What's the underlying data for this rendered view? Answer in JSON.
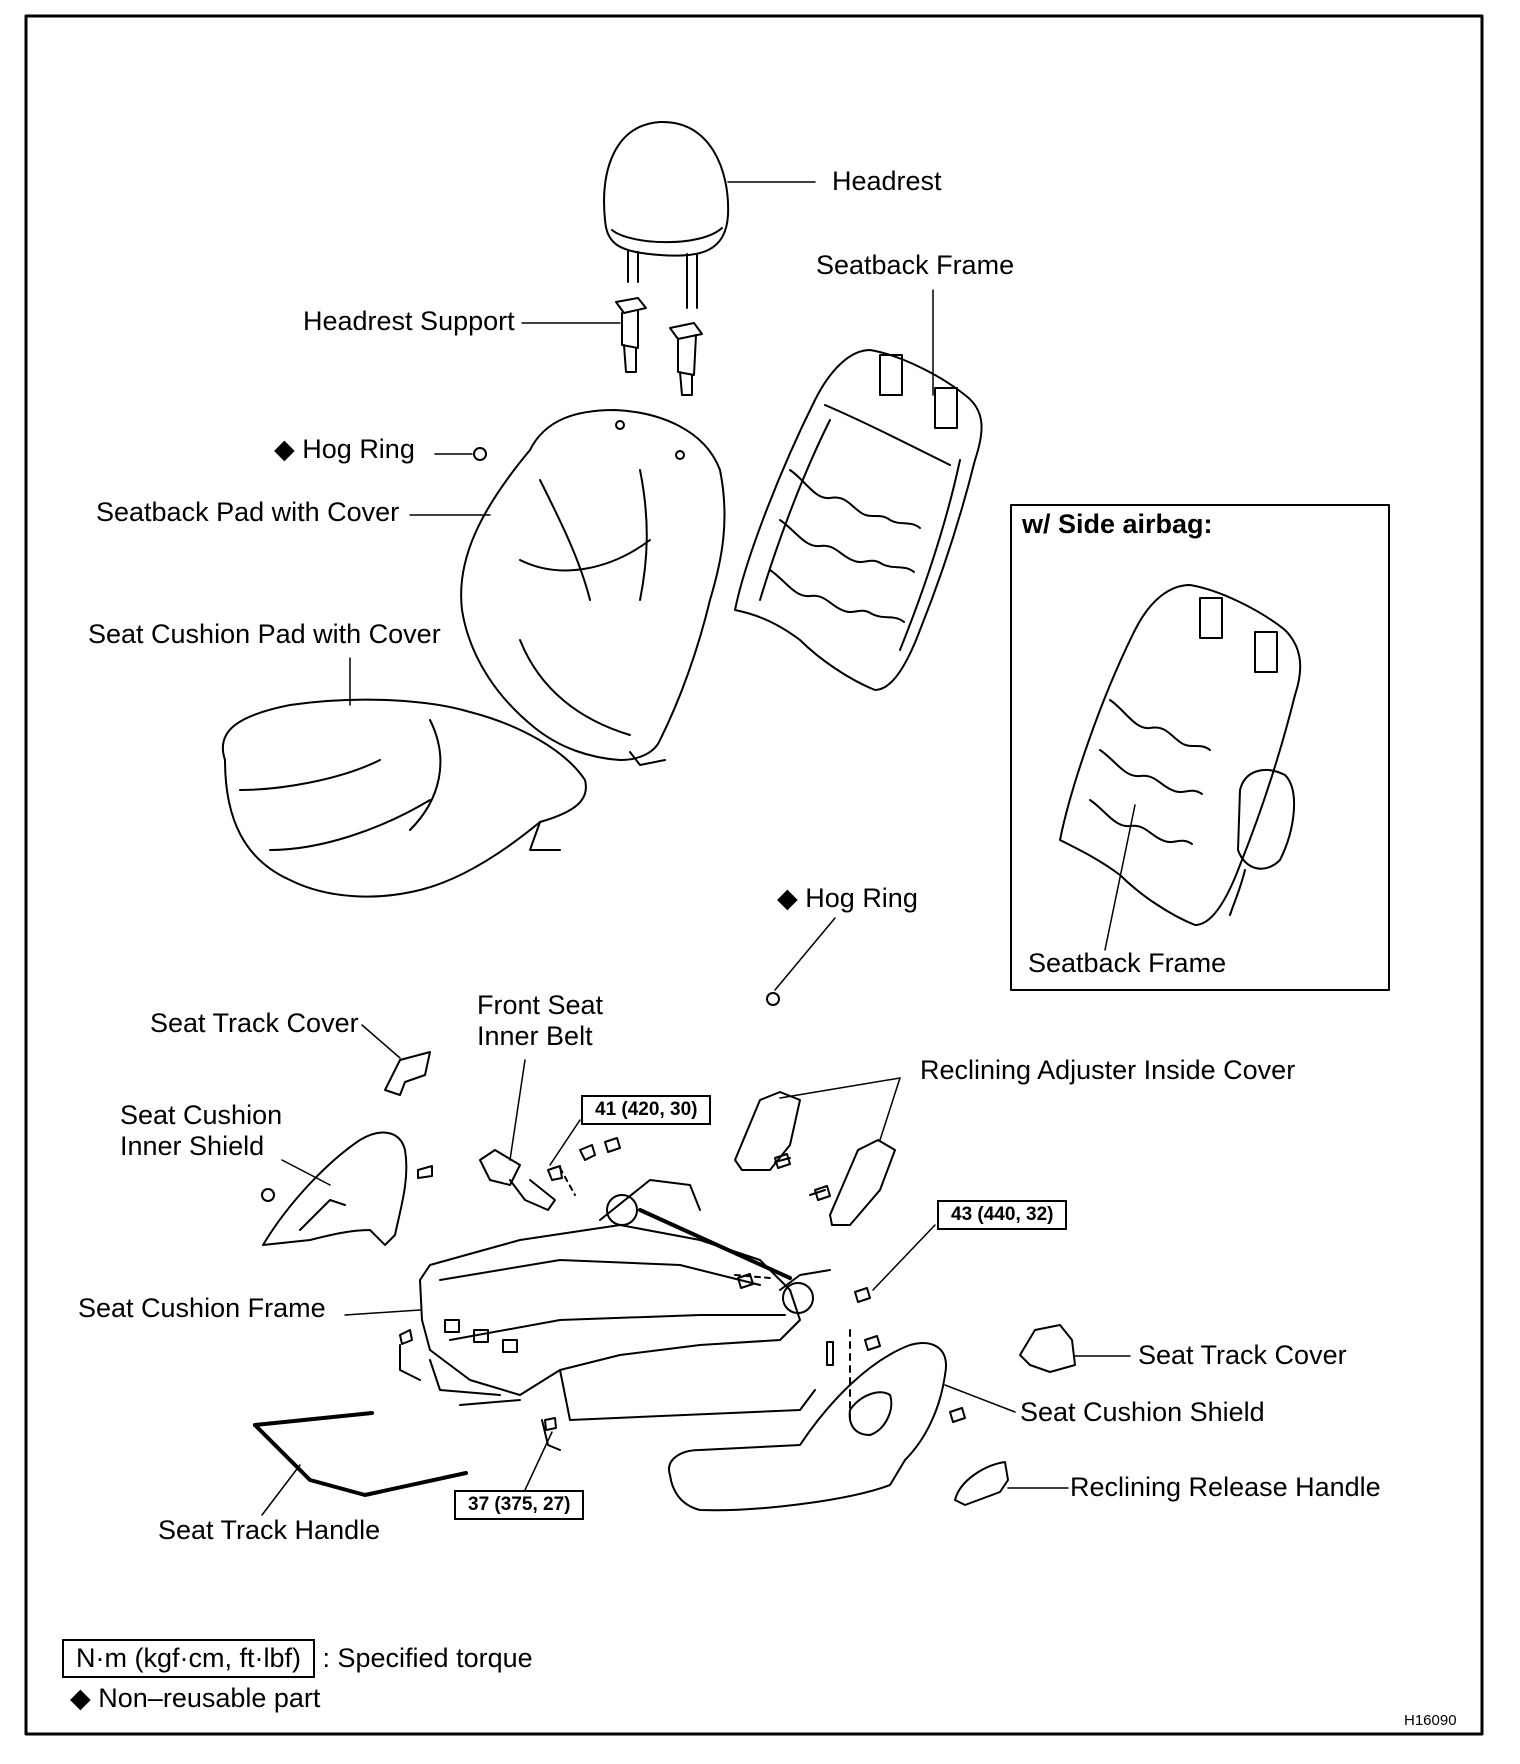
{
  "labels": {
    "headrest": "Headrest",
    "seatback_frame": "Seatback Frame",
    "headrest_support": "Headrest Support",
    "hog_ring_top": "Hog Ring",
    "seatback_pad": "Seatback Pad with Cover",
    "seat_cushion_pad": "Seat Cushion Pad with Cover",
    "side_airbag_title": "w/ Side airbag:",
    "seatback_frame_airbag": "Seatback Frame",
    "hog_ring_mid": "Hog Ring",
    "seat_track_cover_left": "Seat Track Cover",
    "front_seat_inner_belt_1": "Front Seat",
    "front_seat_inner_belt_2": "Inner Belt",
    "reclining_adjuster_inside_cover": "Reclining Adjuster Inside Cover",
    "seat_cushion_inner_shield_1": "Seat Cushion",
    "seat_cushion_inner_shield_2": "Inner Shield",
    "seat_cushion_frame": "Seat Cushion Frame",
    "seat_track_cover_right": "Seat Track Cover",
    "seat_cushion_shield": "Seat Cushion Shield",
    "reclining_release_handle": "Reclining Release Handle",
    "seat_track_handle": "Seat Track Handle"
  },
  "torques": {
    "t41": "41 (420, 30)",
    "t43": "43 (440, 32)",
    "t37": "37 (375, 27)"
  },
  "legend": {
    "unit_box": "N·m (kgf·cm, ft·lbf)",
    "unit_desc": ": Specified torque",
    "nonreusable": "Non–reusable part"
  },
  "diamond_symbol": "◆",
  "figure_id": "H16090"
}
